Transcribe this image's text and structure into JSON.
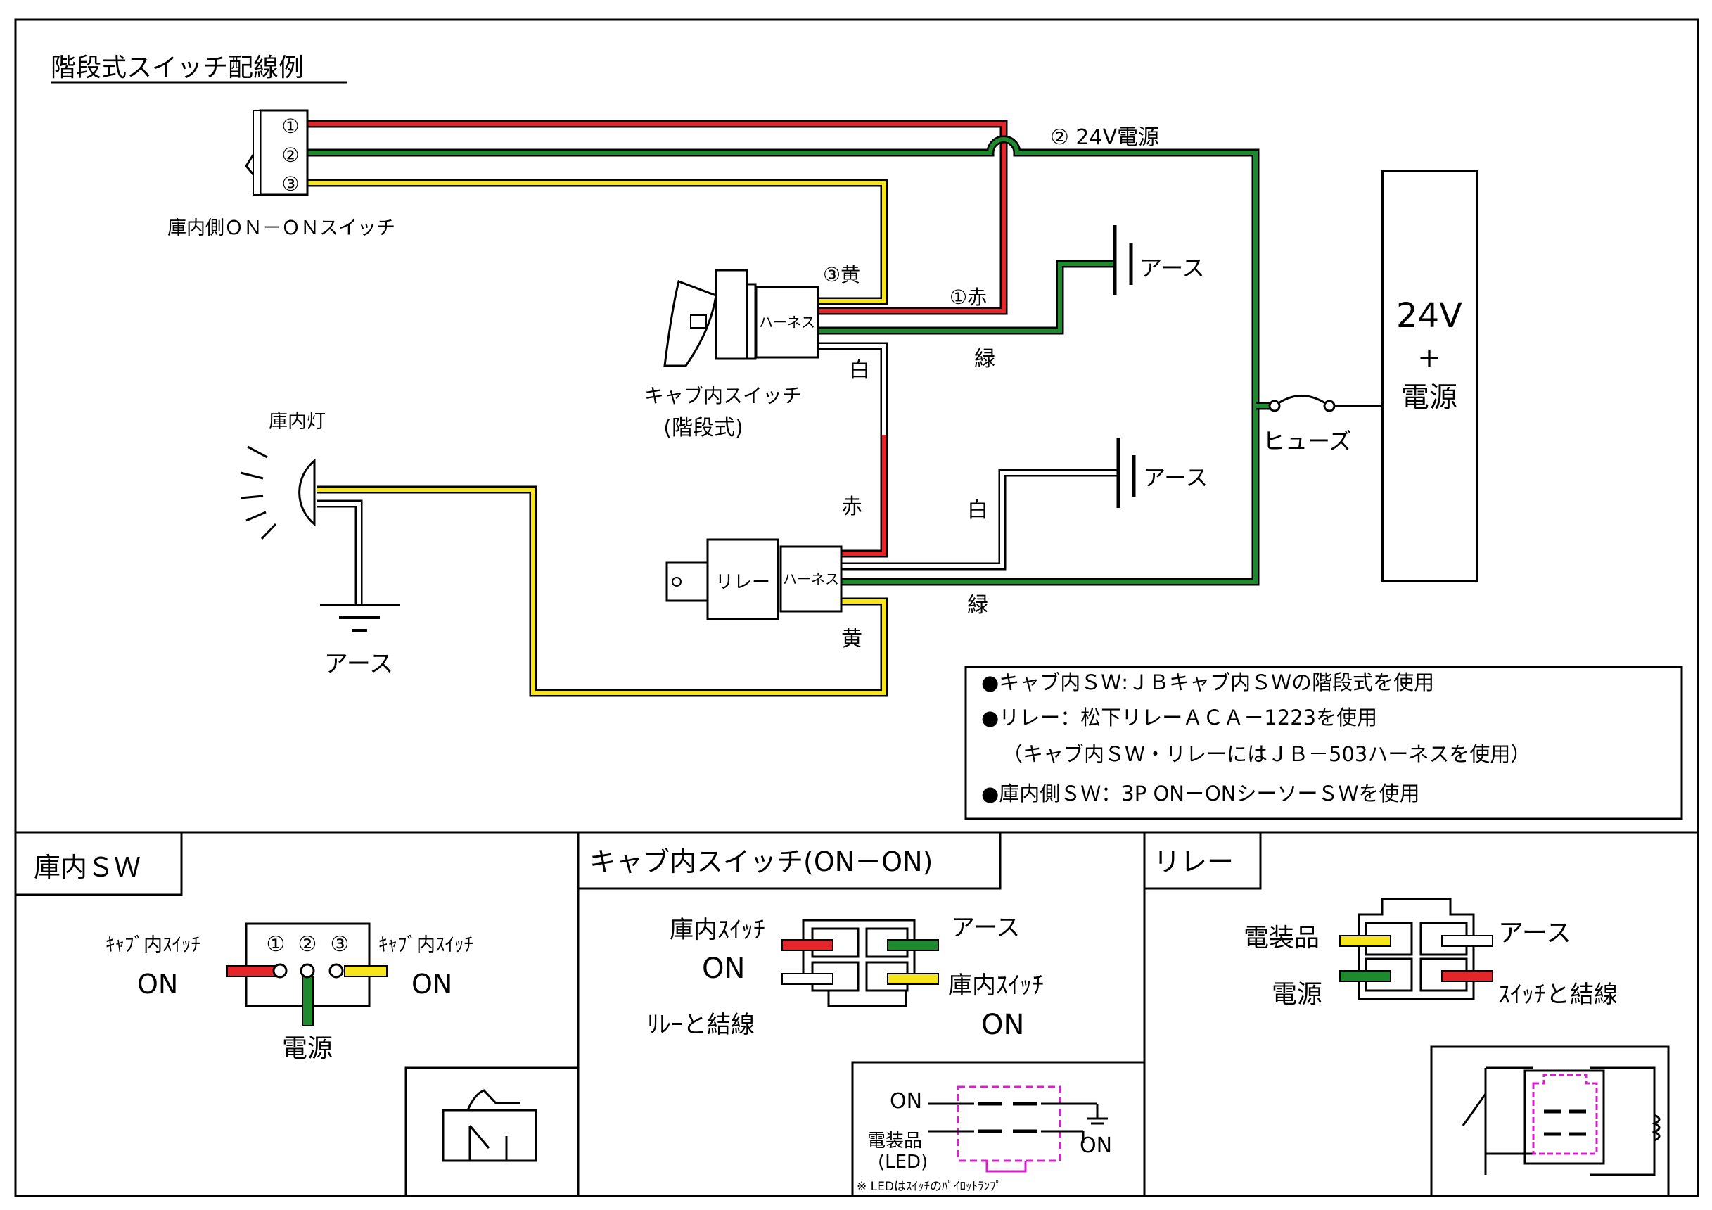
{
  "title": "階段式スイッチ配線例",
  "top": {
    "interior_switch_pins": [
      "①",
      "②",
      "③"
    ],
    "interior_switch_label": "庫内側ＯＮ－ＯＮスイッチ",
    "power_24v_label": "② 24V電源",
    "wire_yellow_3": "③黄",
    "wire_red_1": "①赤",
    "earth_label": "アース",
    "wire_green": "緑",
    "wire_white": "白",
    "wire_red": "赤",
    "wire_yellow": "黄",
    "cab_switch_label": "キャブ内スイッチ",
    "cab_switch_sub": "(階段式)",
    "harness": "ハーネス",
    "relay": "リレー",
    "room_lamp": "庫内灯",
    "fuse": "ヒューズ",
    "battery_v": "24V",
    "battery_plus": "+",
    "battery_power": "電源",
    "notes": [
      "●キャブ内ＳＷ:ＪＢキャブ内ＳＷの階段式を使用",
      "●リレー：松下リレーＡＣＡ－1223を使用",
      "（キャブ内ＳＷ・リレーにはＪＢ－503ハーネスを使用）",
      "●庫内側ＳＷ：3P ON－ONシーソーＳＷを使用"
    ]
  },
  "panel_interior": {
    "title": "庫内ＳＷ",
    "pins": [
      "①",
      "②",
      "③"
    ],
    "left_label": "ｷｬﾌﾞ内ｽｲｯﾁ",
    "left_on": "ON",
    "right_label": "ｷｬﾌﾞ内ｽｲｯﾁ",
    "right_on": "ON",
    "bottom": "電源"
  },
  "panel_cab": {
    "title": "キャブ内スイッチ(ON－ON)",
    "tl_label": "庫内ｽｲｯﾁ",
    "tl_on": "ON",
    "bl_label": "ﾘﾚｰと結線",
    "tr_label": "アース",
    "br_label": "庫内ｽｲｯﾁ",
    "br_on": "ON",
    "schem_on_top": "ON",
    "schem_denso": "電装品",
    "schem_led": "(LED)",
    "schem_on_right": "ON",
    "schem_note": "※ LEDはｽｲｯﾁのﾊﾟｲﾛｯﾄﾗﾝﾌﾟ"
  },
  "panel_relay": {
    "title": "リレー",
    "tl": "電装品",
    "bl": "電源",
    "tr": "アース",
    "br": "ｽｲｯﾁと結線"
  },
  "colors": {
    "red": "#e4262a",
    "green": "#1e8a2e",
    "yellow": "#f6e51a",
    "magenta": "#d81fd0"
  }
}
